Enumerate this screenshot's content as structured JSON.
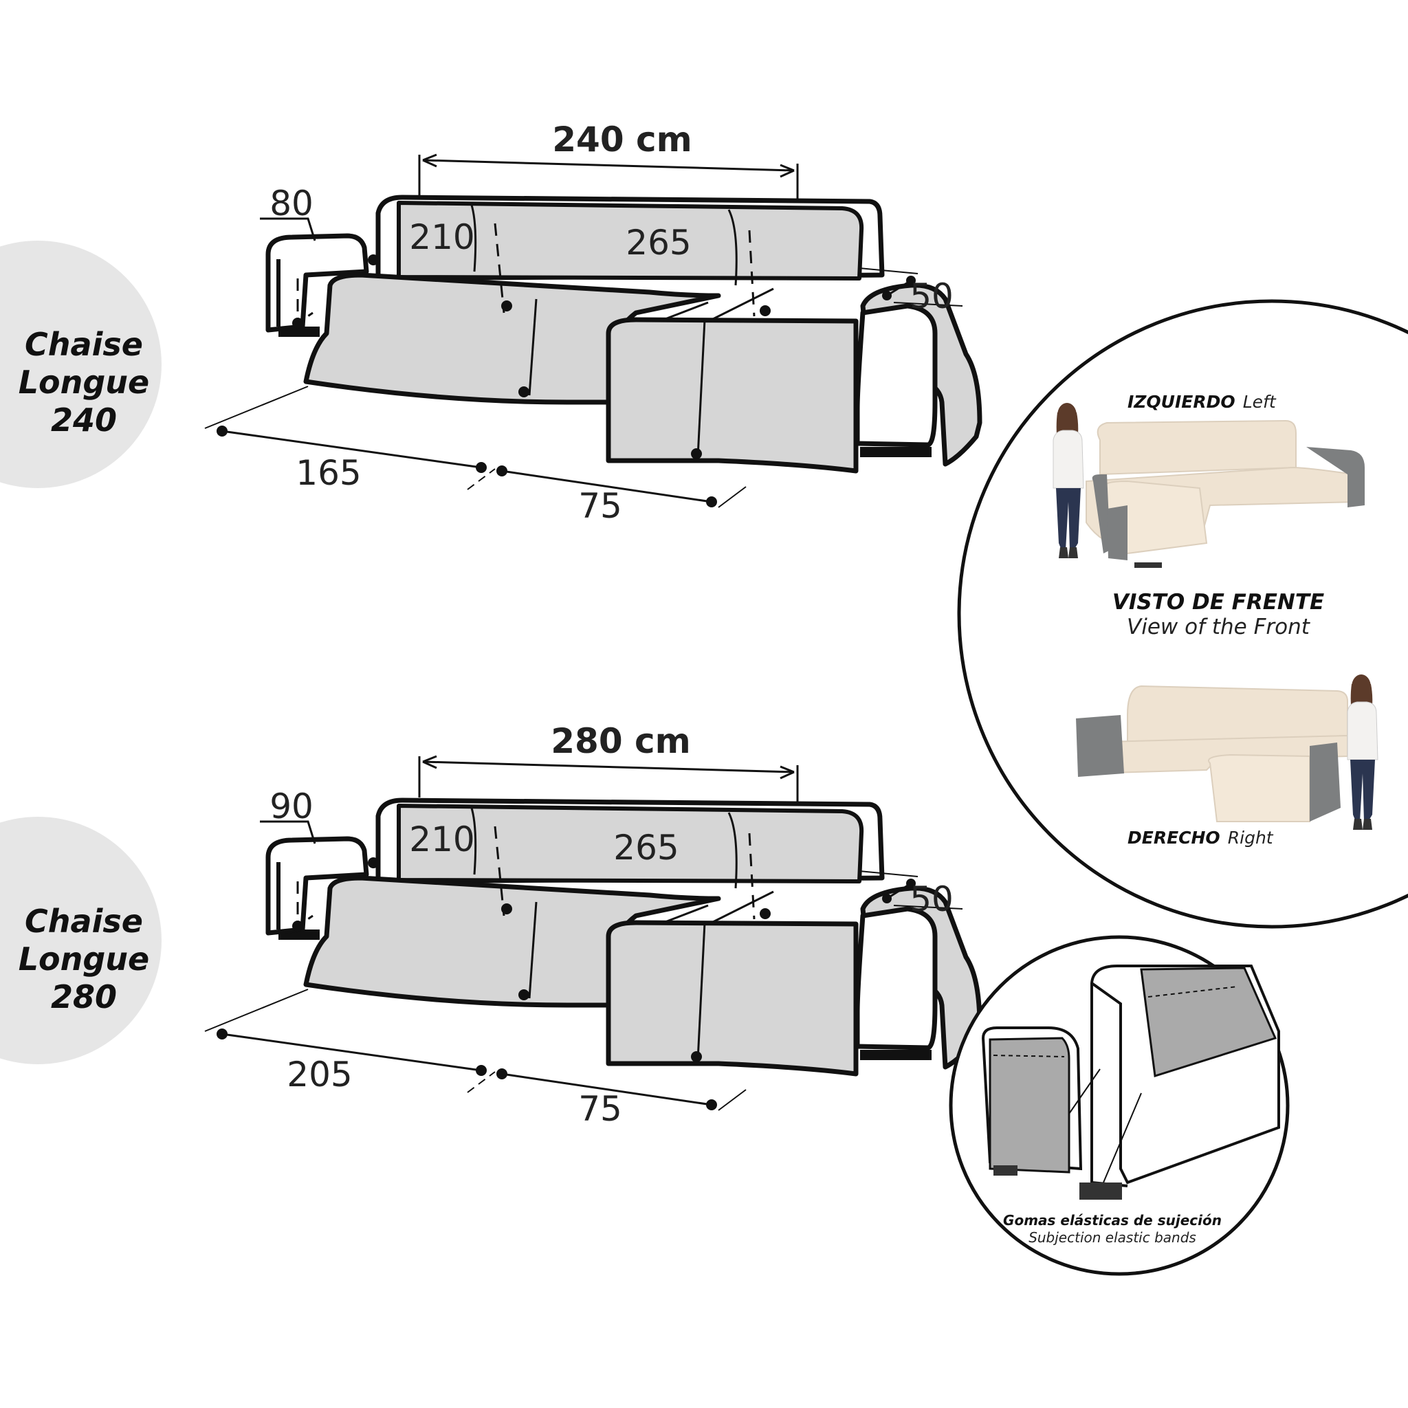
{
  "colors": {
    "cover_fill": "#d6d6d6",
    "outline": "#111111",
    "badge_fill": "#e6e6e6",
    "beige_cover": "#efe3d2",
    "grey_sofa": "#7d7f80",
    "detail_cover": "#aaaaaa"
  },
  "models": [
    {
      "variant_line1": "Chaise",
      "variant_line2": "Longue",
      "variant_line3": "240",
      "total_width": "240 cm",
      "arm_width": "80",
      "left_back_length": "210",
      "right_back_length": "265",
      "arm_depth": "50",
      "seat_depth": "165",
      "chaise_width": "75"
    },
    {
      "variant_line1": "Chaise",
      "variant_line2": "Longue",
      "variant_line3": "280",
      "total_width": "280 cm",
      "arm_width": "90",
      "left_back_length": "210",
      "right_back_length": "265",
      "arm_depth": "50",
      "seat_depth": "205",
      "chaise_width": "75"
    }
  ],
  "orientation": {
    "left_bold": "IZQUIERDO",
    "left_en": "Left",
    "front_bold": "VISTO DE FRENTE",
    "front_en": "View of the Front",
    "right_bold": "DERECHO",
    "right_en": "Right"
  },
  "detail": {
    "caption_es": "Gomas elásticas de sujeción",
    "caption_en": "Subjection elastic bands"
  },
  "icons": [
    "woman-figure-icon",
    "sofa-photo-left-icon",
    "sofa-photo-right-icon",
    "armrest-detail-icon"
  ]
}
